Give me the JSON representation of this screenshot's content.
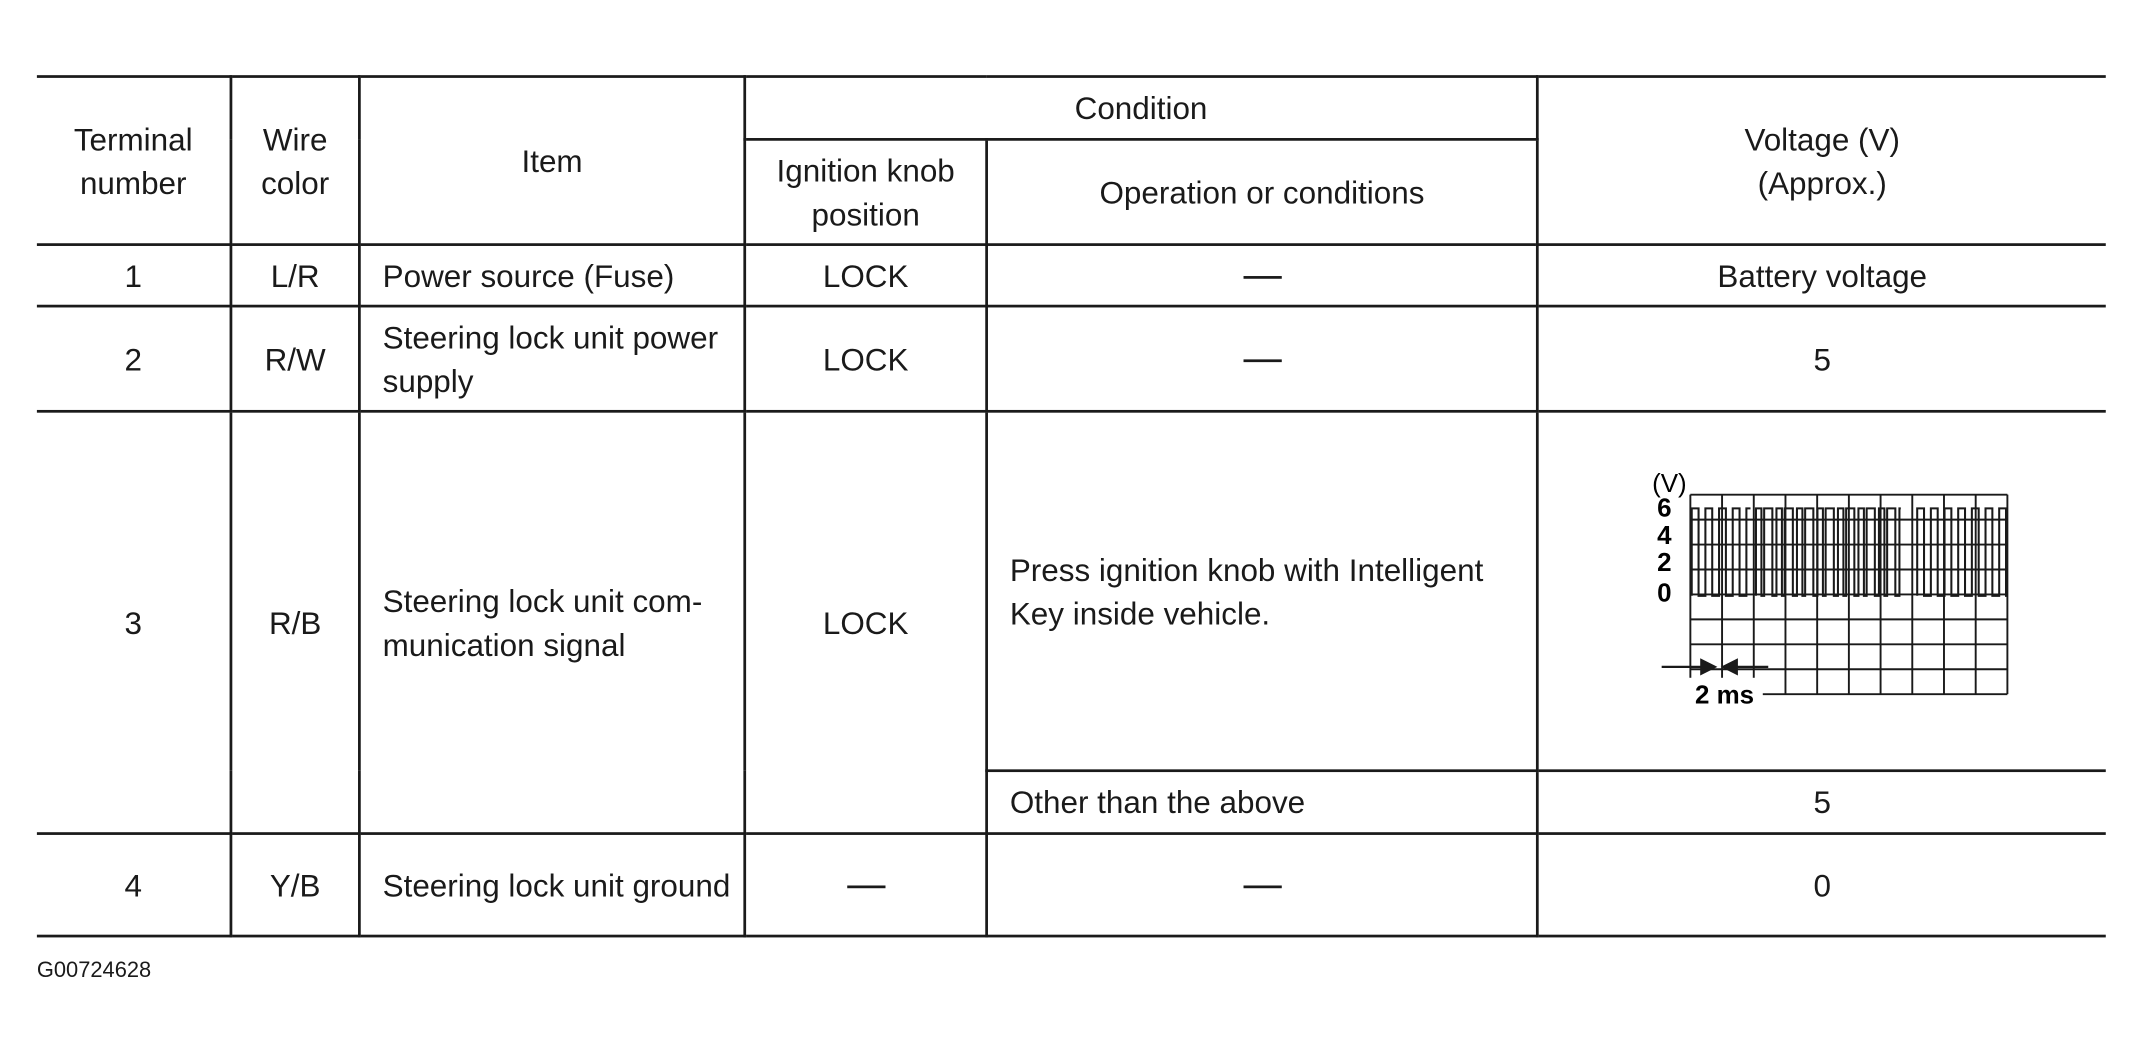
{
  "headers": {
    "terminal": "Terminal number",
    "wire": "Wire color",
    "item": "Item",
    "condition": "Condition",
    "ignition": "Ignition knob position",
    "operation": "Operation or conditions",
    "voltage_line1": "Voltage (V)",
    "voltage_line2": "(Approx.)"
  },
  "rows": [
    {
      "terminal": "1",
      "wire": "L/R",
      "item": "Power source (Fuse)",
      "ignition": "LOCK",
      "operation": "—",
      "voltage": "Battery voltage"
    },
    {
      "terminal": "2",
      "wire": "R/W",
      "item": "Steering lock unit power supply",
      "ignition": "LOCK",
      "operation": "—",
      "voltage": "5"
    },
    {
      "terminal": "3",
      "wire": "R/B",
      "item": "Steering lock unit com- munication signal",
      "ignition": "LOCK",
      "operation": "Press ignition knob with Intelligent Key inside vehicle.",
      "operation2": "Other than the above",
      "voltage2": "5"
    },
    {
      "terminal": "4",
      "wire": "Y/B",
      "item": "Steering lock unit ground",
      "ignition": "—",
      "operation": "—",
      "voltage": "0"
    }
  ],
  "waveform": {
    "unit": "(V)",
    "y_labels": [
      "6",
      "4",
      "2",
      "0"
    ],
    "time_label": "2 ms"
  },
  "figure_id": "G00724628"
}
